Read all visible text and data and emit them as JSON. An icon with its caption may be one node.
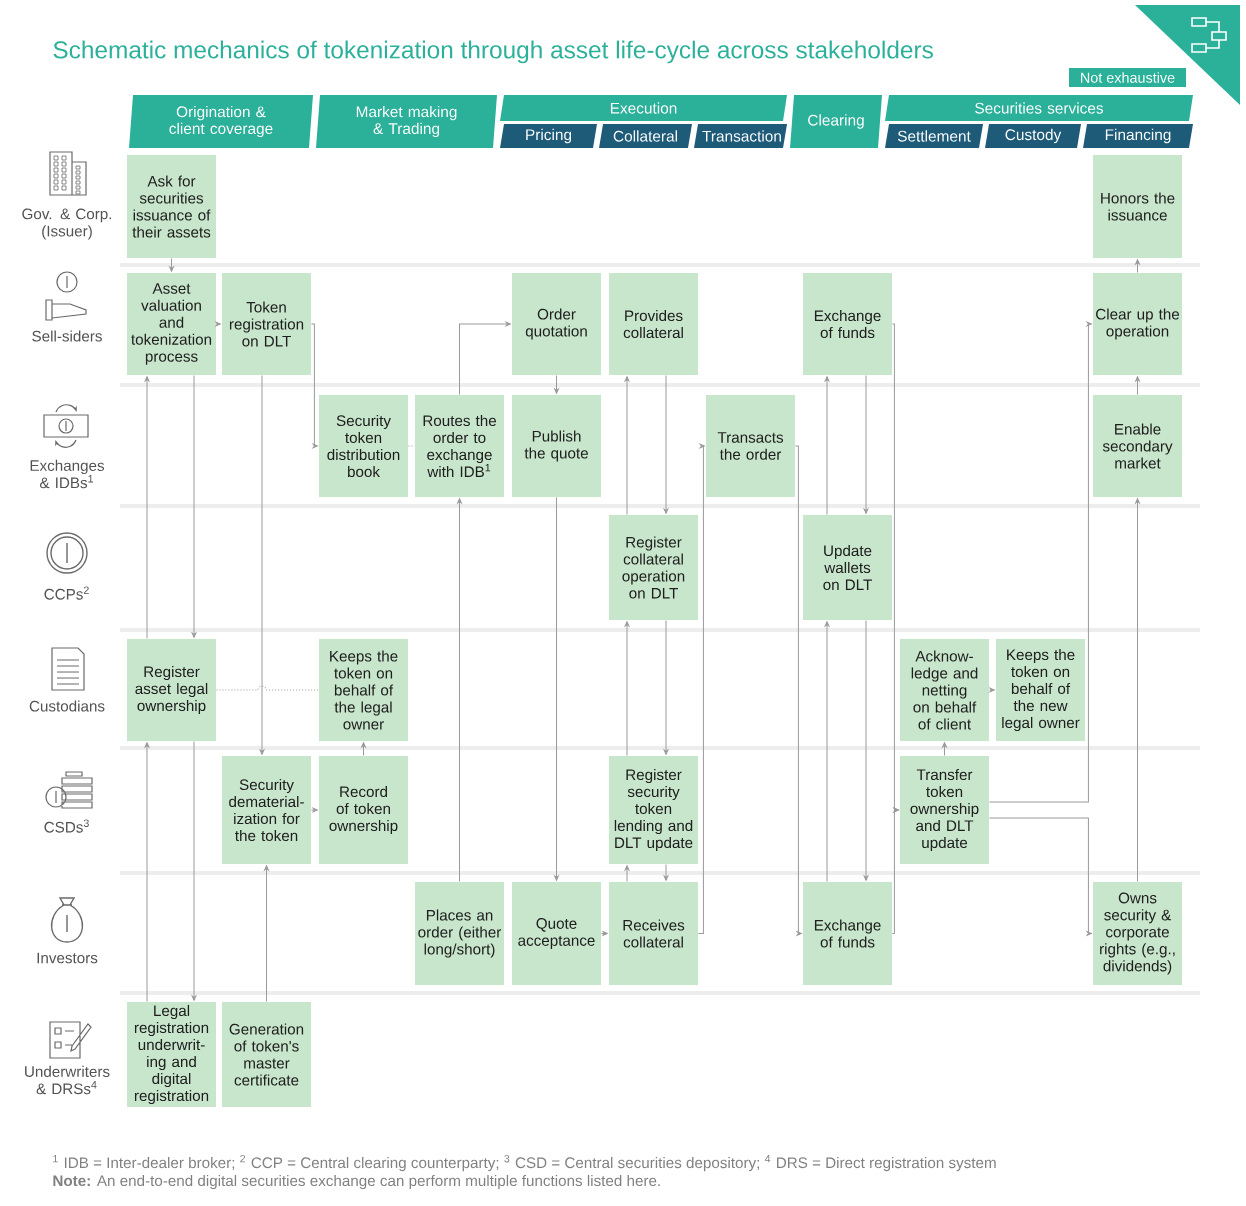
{
  "diagram": {
    "title": "Schematic mechanics of tokenization through asset life-cycle across stakeholders",
    "nodes": [
      {
        "text": [
          "Origination & client coverage"
        ]
      },
      {
        "text": [
          "Market making & Trading"
        ]
      },
      {
        "text": [
          "Execution"
        ]
      },
      {
        "text": [
          "Clearing"
        ]
      },
      {
        "text": [
          "Securities services"
        ]
      },
      {
        "text": [
          "Pricing"
        ]
      },
      {
        "text": [
          "Collateral"
        ]
      },
      {
        "text": [
          "Transaction"
        ]
      },
      {
        "text": [
          "Settlement"
        ]
      },
      {
        "text": [
          "Custody"
        ]
      },
      {
        "text": [
          "Financing"
        ]
      },
      {
        "text": [
          "Not exhaustive"
        ]
      },
      {
        "text": [
          "Ask for securities issuance of their assets"
        ]
      },
      {
        "text": [
          "Honors the issuance"
        ]
      },
      {
        "text": [
          "Asset valuation and tokenization process"
        ]
      },
      {
        "text": [
          "Token registration on DLT"
        ]
      },
      {
        "text": [
          "Order quotation"
        ]
      },
      {
        "text": [
          "Provides collateral"
        ]
      },
      {
        "text": [
          "Exchange of funds"
        ]
      },
      {
        "text": [
          "Clear up the operation"
        ]
      },
      {
        "text": [
          "Security token distribution book"
        ]
      },
      {
        "text": [
          "Routes the order to exchange with IDB$^{1}$"
        ]
      },
      {
        "text": [
          "Publish the quote"
        ]
      },
      {
        "text": [
          "Transacts the order"
        ]
      },
      {
        "text": [
          "Enable secondary market"
        ]
      },
      {
        "text": [
          "Register collateral operation on DLT"
        ]
      },
      {
        "text": [
          "Update wallets on DLT"
        ]
      },
      {
        "text": [
          "Register asset legal ownership"
        ]
      },
      {
        "text": [
          "Keeps the token on behalf of the legal owner"
        ]
      },
      {
        "text": [
          "Acknow-ledge and netting on behalf of client"
        ]
      },
      {
        "text": [
          "Keeps the token on behalf of the new legal owner"
        ]
      },
      {
        "text": [
          "Security dematerial-ization for the token"
        ]
      },
      {
        "text": [
          "Record of token ownership"
        ]
      },
      {
        "text": [
          "Register security token lending and DLT update"
        ]
      },
      {
        "text": [
          "Transfer token ownership and DLT update"
        ]
      },
      {
        "text": [
          "Places an order (either long/short)"
        ]
      },
      {
        "text": [
          "Quote acceptance"
        ]
      },
      {
        "text": [
          "Receives collateral"
        ]
      },
      {
        "text": [
          "Exchange of funds"
        ]
      },
      {
        "text": [
          "Owns security & corporate rights (e.g., dividends)"
        ]
      },
      {
        "text": [
          "Legal registration underwrit-ing and digital registration"
        ]
      },
      {
        "text": [
          "Generation of token's master certificate"
        ]
      }
    ],
    "edges": [
      {
        "from": 12,
        "to": 14,
        "arrow": "to"
      },
      {
        "from": 14,
        "to": 15,
        "arrow": "to"
      },
      {
        "from": 15,
        "to": 20,
        "arrow": "to"
      },
      {
        "from": 20,
        "to": 21,
        "arrow": "none",
        "style": "dashed"
      },
      {
        "from": 21,
        "to": 16,
        "arrow": "to"
      },
      {
        "from": 16,
        "to": 22,
        "arrow": "to"
      },
      {
        "from": 22,
        "to": 36,
        "arrow": "to"
      },
      {
        "from": 35,
        "to": 21,
        "arrow": "to"
      },
      {
        "from": 36,
        "to": 37,
        "arrow": "to"
      },
      {
        "from": 37,
        "to": 23,
        "arrow": "to"
      },
      {
        "from": 25,
        "to": 17,
        "arrow": "to"
      },
      {
        "from": 17,
        "to": 25,
        "arrow": "to"
      },
      {
        "from": 33,
        "to": 25,
        "arrow": "to"
      },
      {
        "from": 25,
        "to": 33,
        "arrow": "to"
      },
      {
        "from": 37,
        "to": 33,
        "arrow": "to"
      },
      {
        "from": 33,
        "to": 37,
        "arrow": "to"
      },
      {
        "from": 23,
        "to": 38,
        "arrow": "to"
      },
      {
        "from": 26,
        "to": 18,
        "arrow": "to"
      },
      {
        "from": 18,
        "to": 26,
        "arrow": "to"
      },
      {
        "from": 38,
        "to": 26,
        "arrow": "to"
      },
      {
        "from": 26,
        "to": 38,
        "arrow": "to"
      },
      {
        "from": 18,
        "to": 34,
        "arrow": "to"
      },
      {
        "from": 38,
        "to": 34,
        "arrow": "to"
      },
      {
        "from": 34,
        "to": 29,
        "arrow": "to"
      },
      {
        "from": 29,
        "to": 30,
        "arrow": "to"
      },
      {
        "from": 34,
        "to": 19,
        "arrow": "to"
      },
      {
        "from": 34,
        "to": 39,
        "arrow": "to"
      },
      {
        "from": 19,
        "to": 13,
        "arrow": "to"
      },
      {
        "from": 24,
        "to": 19,
        "arrow": "to"
      },
      {
        "from": 39,
        "to": 24,
        "arrow": "to"
      },
      {
        "from": 14,
        "to": 27,
        "arrow": "to"
      },
      {
        "from": 27,
        "to": 14,
        "arrow": "to"
      },
      {
        "from": 40,
        "to": 27,
        "arrow": "to"
      },
      {
        "from": 27,
        "to": 40,
        "arrow": "to"
      },
      {
        "from": 15,
        "to": 31,
        "arrow": "to"
      },
      {
        "from": 41,
        "to": 31,
        "arrow": "to"
      },
      {
        "from": 31,
        "to": 32,
        "arrow": "to"
      },
      {
        "from": 32,
        "to": 28,
        "arrow": "to"
      },
      {
        "from": 27,
        "to": 28,
        "arrow": "none",
        "style": "dashed"
      }
    ],
    "labels": [
      "Gov. & Corp. (Issuer)",
      "Sell-siders",
      "Exchanges & IDBs$^{1}$",
      "CCPs$^{2}$",
      "Custodians",
      "CSDs$^{3}$",
      "Investors",
      "Underwriters & DRSs$^{4}$",
      "$^{1}$ IDB = Inter-dealer broker; $^{2}$ CCP = Central clearing counterparty; $^{3}$ CSD = Central securities depository; $^{4}$ DRS = Direct registration system",
      "**Note:** An end-to-end digital securities exchange can perform multiple functions listed here."
    ]
  }
}
